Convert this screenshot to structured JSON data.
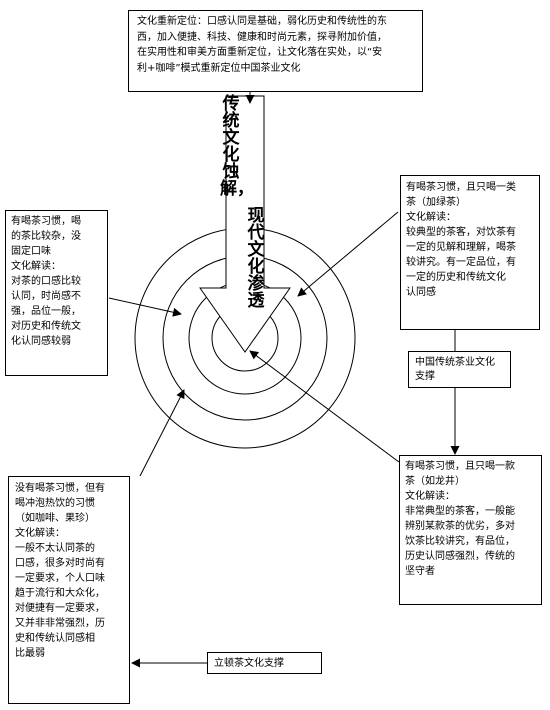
{
  "diagram": {
    "top_box": {
      "lines": [
        "文化重新定位：口感认同是基础，弱化历史和传统性的东",
        "西，加入便捷、科技、健康和时尚元素，探寻附加价值，",
        "在实用性和审美方面重新定位，让文化落在实处，以“安",
        "利+咖啡”模式重新定位中国茶业文化"
      ]
    },
    "vertical_title": {
      "column1": "传统文化蚀解，",
      "column2": "现代文化渗透"
    },
    "left_box": {
      "lines": [
        "有喝茶习惯，喝",
        "的茶比较杂，没",
        "固定口味",
        "文化解读：",
        "对茶的口感比较",
        "认同，时尚感不",
        "强，品位一般，",
        "对历史和传统文",
        "化认同感较弱"
      ]
    },
    "right_top_box": {
      "lines": [
        "有喝茶习惯，且只喝一类",
        "茶（加绿茶）",
        "文化解读：",
        "较典型的茶客，对饮茶有",
        "一定的见解和理解，喝茶",
        "较讲究。有一定品位，有",
        "一定的历史和传统文化",
        "认同感"
      ]
    },
    "middle_box": {
      "lines": [
        "中国传统茶业文化",
        "支撑"
      ]
    },
    "right_bottom_box": {
      "lines": [
        "有喝茶习惯，且只喝一款",
        "茶（如龙井）",
        "文化解读：",
        "非常典型的茶客，一般能",
        "辨别某款茶的优劣，多对",
        "饮茶比较讲究，有品位，",
        "历史认同感强烈，传统的",
        "坚守者"
      ]
    },
    "left_bottom_box": {
      "lines": [
        "没有喝茶习惯，但有",
        "喝冲泡热饮的习惯",
        "（如咖啡、果珍）",
        "文化解读：",
        "一般不太认同茶的",
        "口感，很多对时尚有",
        "一定要求，个人口味",
        "趋于流行和大众化，",
        "对便捷有一定要求，",
        "又并非非常强烈，历",
        "史和传统认同感相",
        "比最弱"
      ]
    },
    "bottom_box": {
      "lines": [
        "立顿茶文化支撑"
      ]
    }
  }
}
